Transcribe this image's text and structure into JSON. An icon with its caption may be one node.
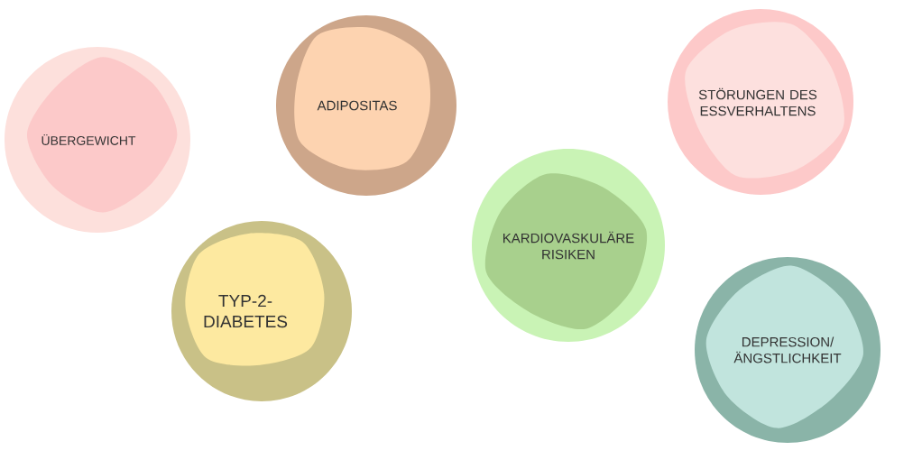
{
  "diagram": {
    "nodes": [
      {
        "text": [
          "ÜBERGEWICHT"
        ]
      },
      {
        "text": [
          "ADIPOSITAS"
        ]
      },
      {
        "text": [
          "STÖRUNGEN DES ESSVERHALTENS"
        ]
      },
      {
        "text": [
          "KARDIOVASKULÄRE RISIKEN"
        ]
      },
      {
        "text": [
          "TYP-2- DIABETES"
        ]
      },
      {
        "text": [
          "DEPRESSION/ ÄNGSTLICHKEIT"
        ]
      }
    ]
  }
}
